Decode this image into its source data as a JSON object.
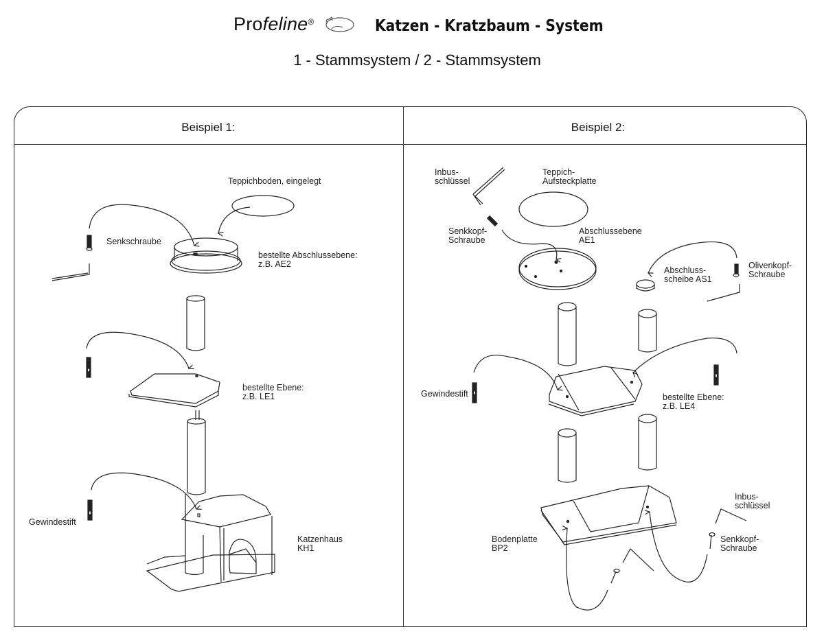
{
  "header": {
    "brand_prefix": "Pro",
    "brand_italic": "feline",
    "brand_reg": "®",
    "title": "Katzen - Kratzbaum - System",
    "subtitle": "1 - Stammsystem / 2 - Stammsystem"
  },
  "columns": [
    {
      "heading": "Beispiel 1:",
      "labels": {
        "carpet": "Teppichboden, eingelegt",
        "screw": "Senkschraube",
        "top_level": "bestellte Abschlussebene:\nz.B. AE2",
        "mid_level": "bestellte Ebene:\nz.B. LE1",
        "pin": "Gewindestift",
        "house": "Katzenhaus\nKH1"
      }
    },
    {
      "heading": "Beispiel 2:",
      "labels": {
        "allen_key_top": "Inbus-\nschlüssel",
        "carpet_plate": "Teppich-\nAufsteckplatte",
        "countersunk_top": "Senkkopf-\nSchraube",
        "top_level": "Abschlussebene\nAE1",
        "cap_disc": "Abschluss-\nscheibe AS1",
        "oval_screw": "Olivenkopf-\nSchraube",
        "pin": "Gewindestift",
        "mid_level": "bestellte Ebene:\nz.B. LE4",
        "allen_key_bottom": "Inbus-\nschlüssel",
        "base_plate": "Bodenplatte\nBP2",
        "countersunk_bottom": "Senkkopf-\nSchraube"
      }
    }
  ]
}
